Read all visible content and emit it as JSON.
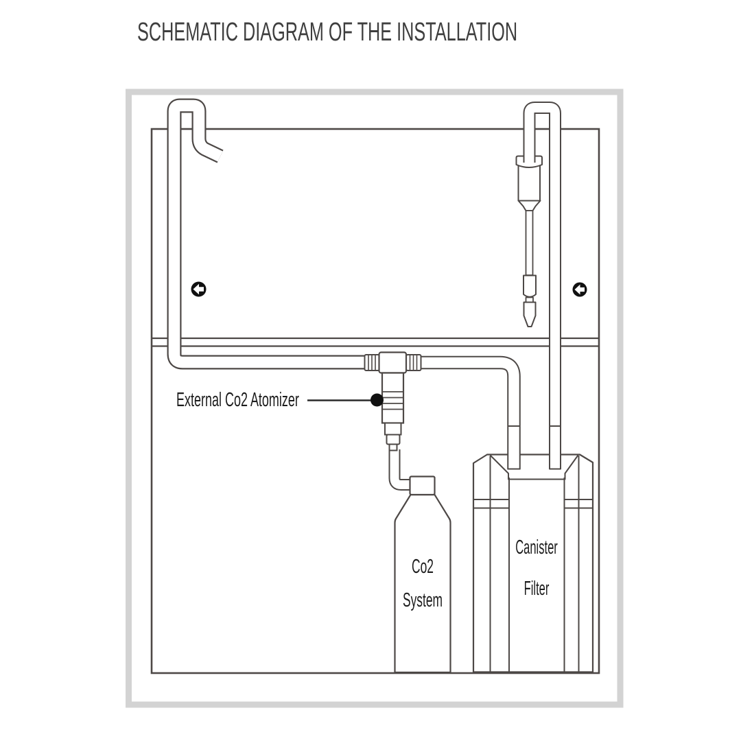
{
  "title": "SCHEMATIC DIAGRAM OF THE INSTALLATION",
  "labels": {
    "atomizer": "External Co2 Atomizer",
    "co2_line1": "Co2",
    "co2_line2": "System",
    "filter_line1": "Canister",
    "filter_line2": "Filter"
  },
  "icons": {
    "flow_arrow": "arrow-left-in-filled-circle",
    "flow_arrow_count": 2,
    "pointer_marker": "filled-black-dot"
  },
  "colors": {
    "background": "#ffffff",
    "line": "#4d4846",
    "outer_frame": "#d3d3d3",
    "title_text": "#3e3e3e",
    "label_text": "#1c1c1c",
    "marker_black": "#111111"
  }
}
